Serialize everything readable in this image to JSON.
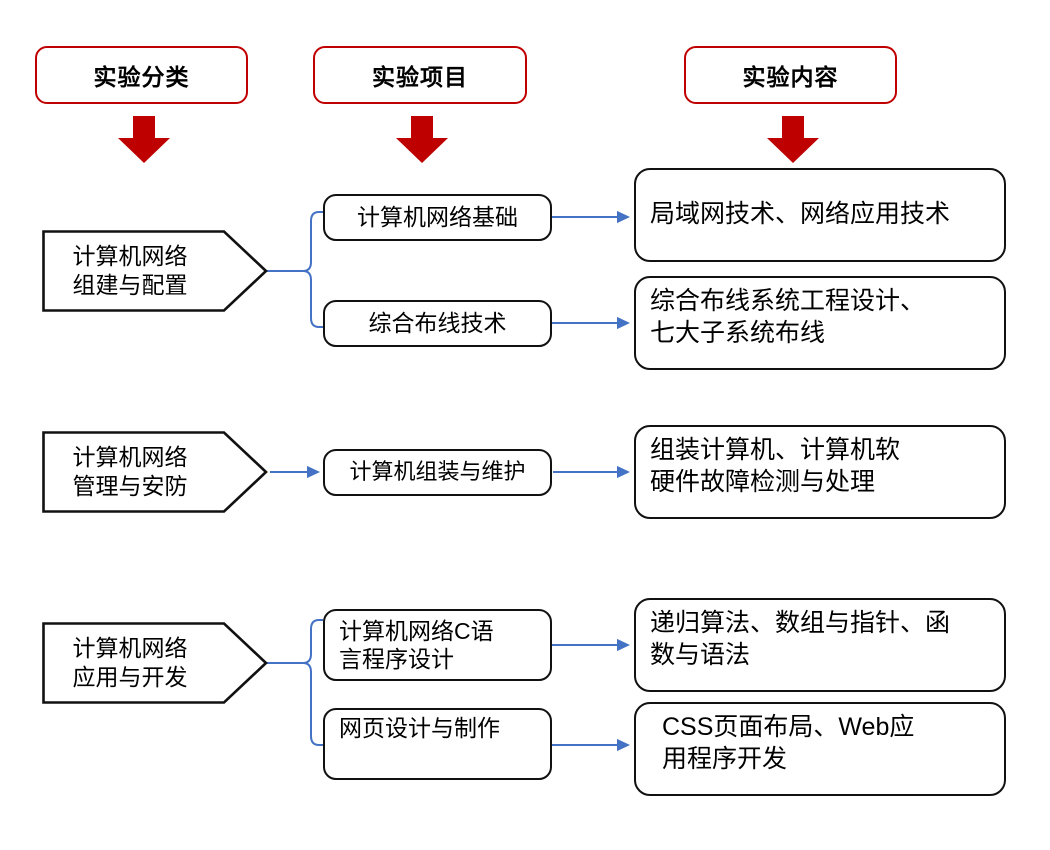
{
  "colors": {
    "header_border": "#C00000",
    "arrow_red": "#BE0000",
    "connector_blue": "#4472C4",
    "box_border": "#111111",
    "background": "#FFFFFF"
  },
  "headers": [
    {
      "label": "实验分类",
      "name": "header-experiment-category"
    },
    {
      "label": "实验项目",
      "name": "header-experiment-project"
    },
    {
      "label": "实验内容",
      "name": "header-experiment-content"
    }
  ],
  "down_arrows": [
    {
      "name": "down-arrow-icon-category"
    },
    {
      "name": "down-arrow-icon-project"
    },
    {
      "name": "down-arrow-icon-content"
    }
  ],
  "groups": [
    {
      "category": {
        "line1": "计算机网络",
        "line2": "组建与配置"
      },
      "projects": [
        {
          "line1": "计算机网络基础",
          "line2": ""
        },
        {
          "line1": "综合布线技术",
          "line2": ""
        }
      ],
      "contents": [
        {
          "line1": "局域网技术、网络应用技术",
          "line2": ""
        },
        {
          "line1": "综合布线系统工程设计、",
          "line2": "七大子系统布线"
        }
      ]
    },
    {
      "category": {
        "line1": "计算机网络",
        "line2": "管理与安防"
      },
      "projects": [
        {
          "line1": "计算机组装与维护",
          "line2": ""
        }
      ],
      "contents": [
        {
          "line1": "组装计算机、计算机软",
          "line2": "硬件故障检测与处理"
        }
      ]
    },
    {
      "category": {
        "line1": "计算机网络",
        "line2": "应用与开发"
      },
      "projects": [
        {
          "line1": "计算机网络C语",
          "line2": "言程序设计"
        },
        {
          "line1": "网页设计与制作",
          "line2": ""
        }
      ],
      "contents": [
        {
          "line1": "递归算法、数组与指针、函",
          "line2": "数与语法"
        },
        {
          "line1": "CSS页面布局、Web应",
          "line2": "用程序开发"
        }
      ]
    }
  ]
}
